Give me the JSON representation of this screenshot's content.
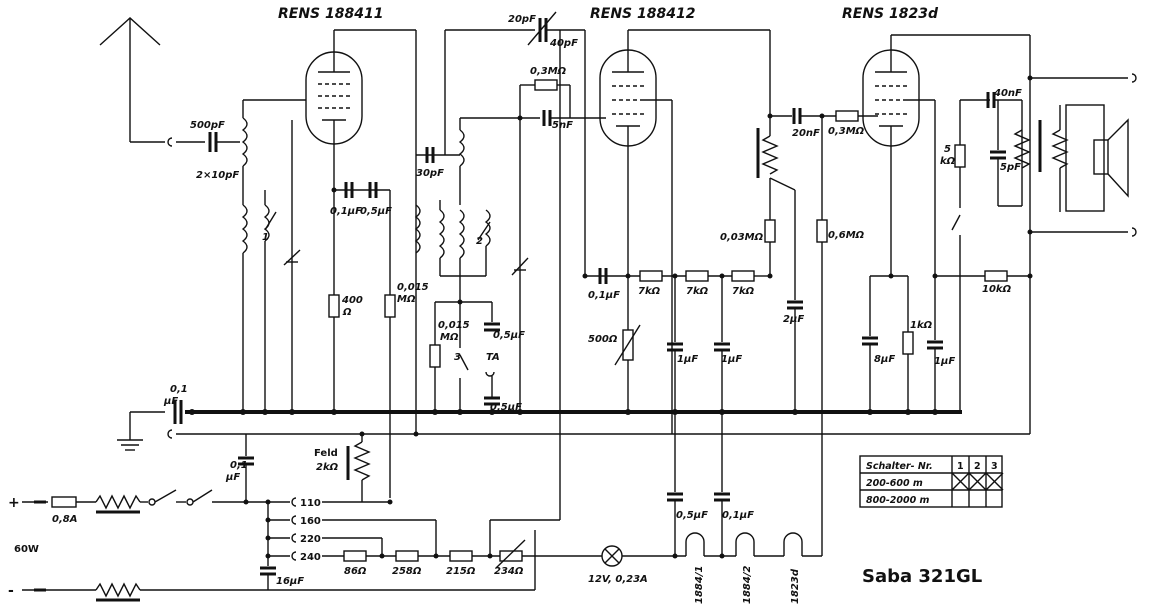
{
  "tubes": [
    "RENS 188411",
    "RENS 188412",
    "RENS 1823d"
  ],
  "title": "Saba 321GL",
  "power_label": "60W",
  "plus_sign": "+",
  "minus_sign": "-",
  "labels": {
    "c500pf": "500pF",
    "c2x10pf": "2×10pF",
    "c30pf": "30pF",
    "c20pf": "20pF",
    "c40pf": "40pF",
    "r03mohm_top": "0,3MΩ",
    "c5nf": "5nF",
    "c01uf_a": "0,1µF",
    "c05uf_a": "0,5µF",
    "r400": "400",
    "r400u": "Ω",
    "r0015a": "0,015",
    "r0015au": "MΩ",
    "r0015b": "0,015",
    "r0015bu": "MΩ",
    "c05uf_b": "0,5µF",
    "ta": "TA",
    "c05uf_c": "0,5µF",
    "sw1": "1",
    "sw2": "2",
    "sw3": "3",
    "c20nf": "20nF",
    "r03mohm_b": "0,3MΩ",
    "c40nf": "40nF",
    "r5k": "5",
    "r5ku": "kΩ",
    "c5pf": "5pF",
    "r003mohm": "0,03MΩ",
    "r06mohm": "0,6MΩ",
    "c01uf_b": "0,1µF",
    "r7k_a": "7kΩ",
    "r7k_b": "7kΩ",
    "r7k_c": "7kΩ",
    "r500": "500Ω",
    "c1uf_a": "1µF",
    "c1uf_b": "1µF",
    "c2uf": "2µF",
    "c8uf": "8µF",
    "r1k": "1kΩ",
    "c1uf_c": "1µF",
    "r10k": "10kΩ",
    "c01uf_in": "0,1",
    "c01uf_in_u": "µF",
    "c01uf_mains": "0,1",
    "c01uf_mains_u": "µF",
    "feld": "Feld",
    "feld_r": "2kΩ",
    "fuse": "0,8A",
    "t110": "110",
    "t160": "160",
    "t220": "220",
    "t240": "240",
    "r86": "86Ω",
    "r258": "258Ω",
    "r215": "215Ω",
    "r234": "234Ω",
    "c16uf": "16µF",
    "lamp": "12V, 0,23A",
    "c05uf_d": "0,5µF",
    "c01uf_c2": "0,1µF",
    "h1": "1884/1",
    "h2": "1884/2",
    "h3": "1823d"
  },
  "switch_table": {
    "header": [
      "Schalter- Nr.",
      "1",
      "2",
      "3"
    ],
    "rows": [
      {
        "range": "200-600 m",
        "cells": [
          true,
          true,
          true
        ]
      },
      {
        "range": "800-2000 m",
        "cells": [
          false,
          false,
          false
        ]
      }
    ]
  }
}
